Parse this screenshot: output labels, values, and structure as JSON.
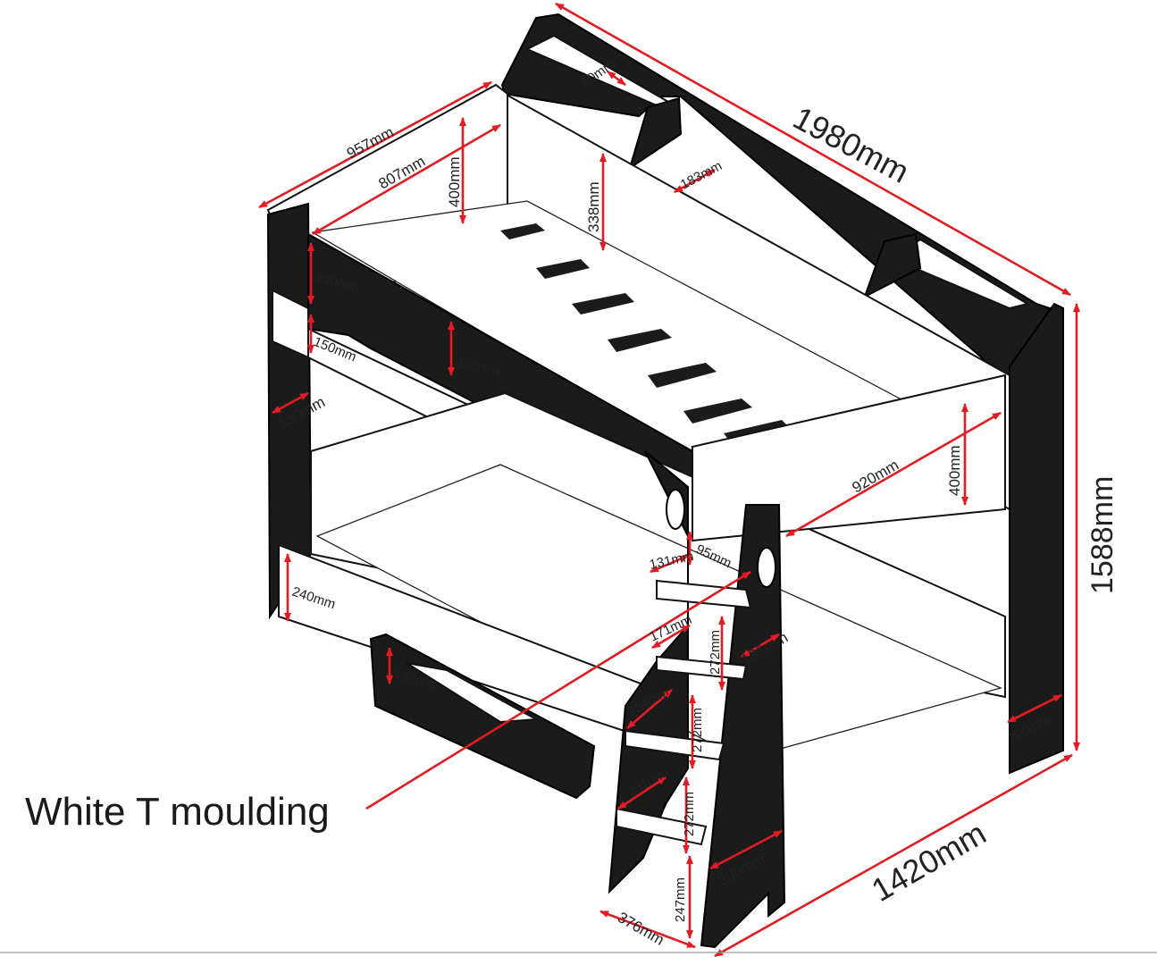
{
  "diagram": {
    "callout": "White T moulding",
    "dimensions": {
      "length_total": "1980mm",
      "depth_total": "957mm",
      "depth_inner": "807mm",
      "guard_top": "400mm",
      "shelf_depth": "80mm",
      "shelf_width": "183mm",
      "headboard_gap": "338mm",
      "top_rail": "250mm",
      "rail_gap": "150mm",
      "rail_lower": "180mm",
      "post_width": "150mm",
      "guard_length": "920mm",
      "guard_height_right": "400mm",
      "height_total": "1588mm",
      "foot_depth": "200mm",
      "width_total": "1420mm",
      "drawer_front": "240mm",
      "drawer_handle": "135mm",
      "step_1_depth": "131mm",
      "step_1_gap": "95mm",
      "step_2_depth": "171mm",
      "step_2_rise": "272mm",
      "ladder_inner": "138mm",
      "step_3_depth": "254mm",
      "step_3_rise": "272mm",
      "step_4_depth": "281mm",
      "step_4_rise": "272mm",
      "ladder_base": "300mm",
      "ladder_foot_rise": "247mm",
      "ladder_foot_depth": "376mm"
    }
  }
}
